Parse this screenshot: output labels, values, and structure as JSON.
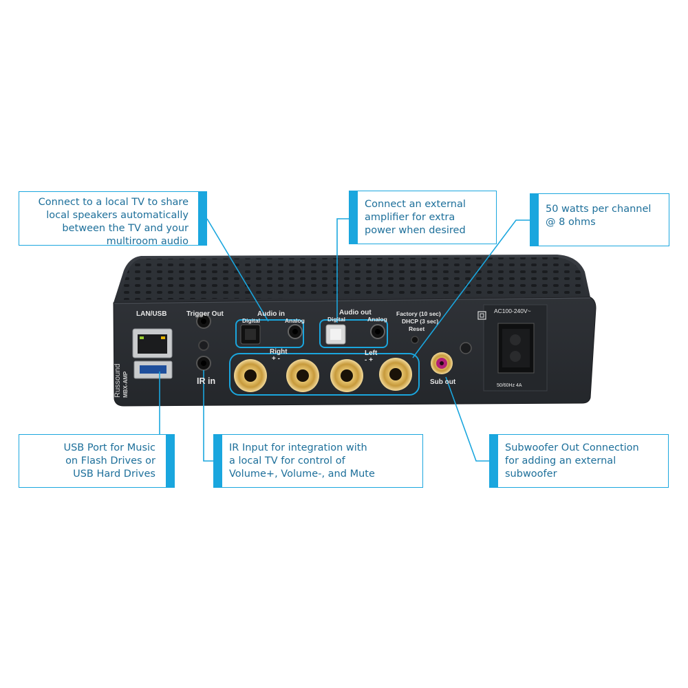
{
  "callouts": {
    "tv": "Connect to a local TV to share\nlocal speakers automatically\nbetween the TV and your\nmultiroom audio",
    "amp": "Connect an external\namplifier for extra\npower when desired",
    "watts": "50 watts per channel\n@ 8 ohms",
    "usb": "USB Port for Music\non Flash Drives or\nUSB Hard Drives",
    "ir": "IR Input for integration with\na local TV for control of\nVolume+, Volume-, and Mute",
    "sub": "Subwoofer Out Connection\nfor adding an external\nsubwoofer"
  },
  "device": {
    "brand": "Russound",
    "model": "MBX-AMP",
    "lan_usb": "LAN/USB",
    "trigger_out": "Trigger Out",
    "ir_in": "IR in",
    "audio_in": "Audio in",
    "audio_out": "Audio out",
    "digital": "Digital",
    "analog": "Analog",
    "reset_1": "Factory (10 sec)",
    "reset_2": "DHCP (3 sec)",
    "reset_3": "Reset",
    "right": "Right",
    "right_pol": "+ -",
    "left": "Left",
    "left_pol": "- +",
    "sub_out": "Sub out",
    "power_1": "AC100-240V~",
    "power_2": "50/60Hz 4A"
  },
  "colors": {
    "accent": "#1aa6de",
    "callout_text": "#1d6f9a",
    "device_body": "#2b2e33"
  }
}
